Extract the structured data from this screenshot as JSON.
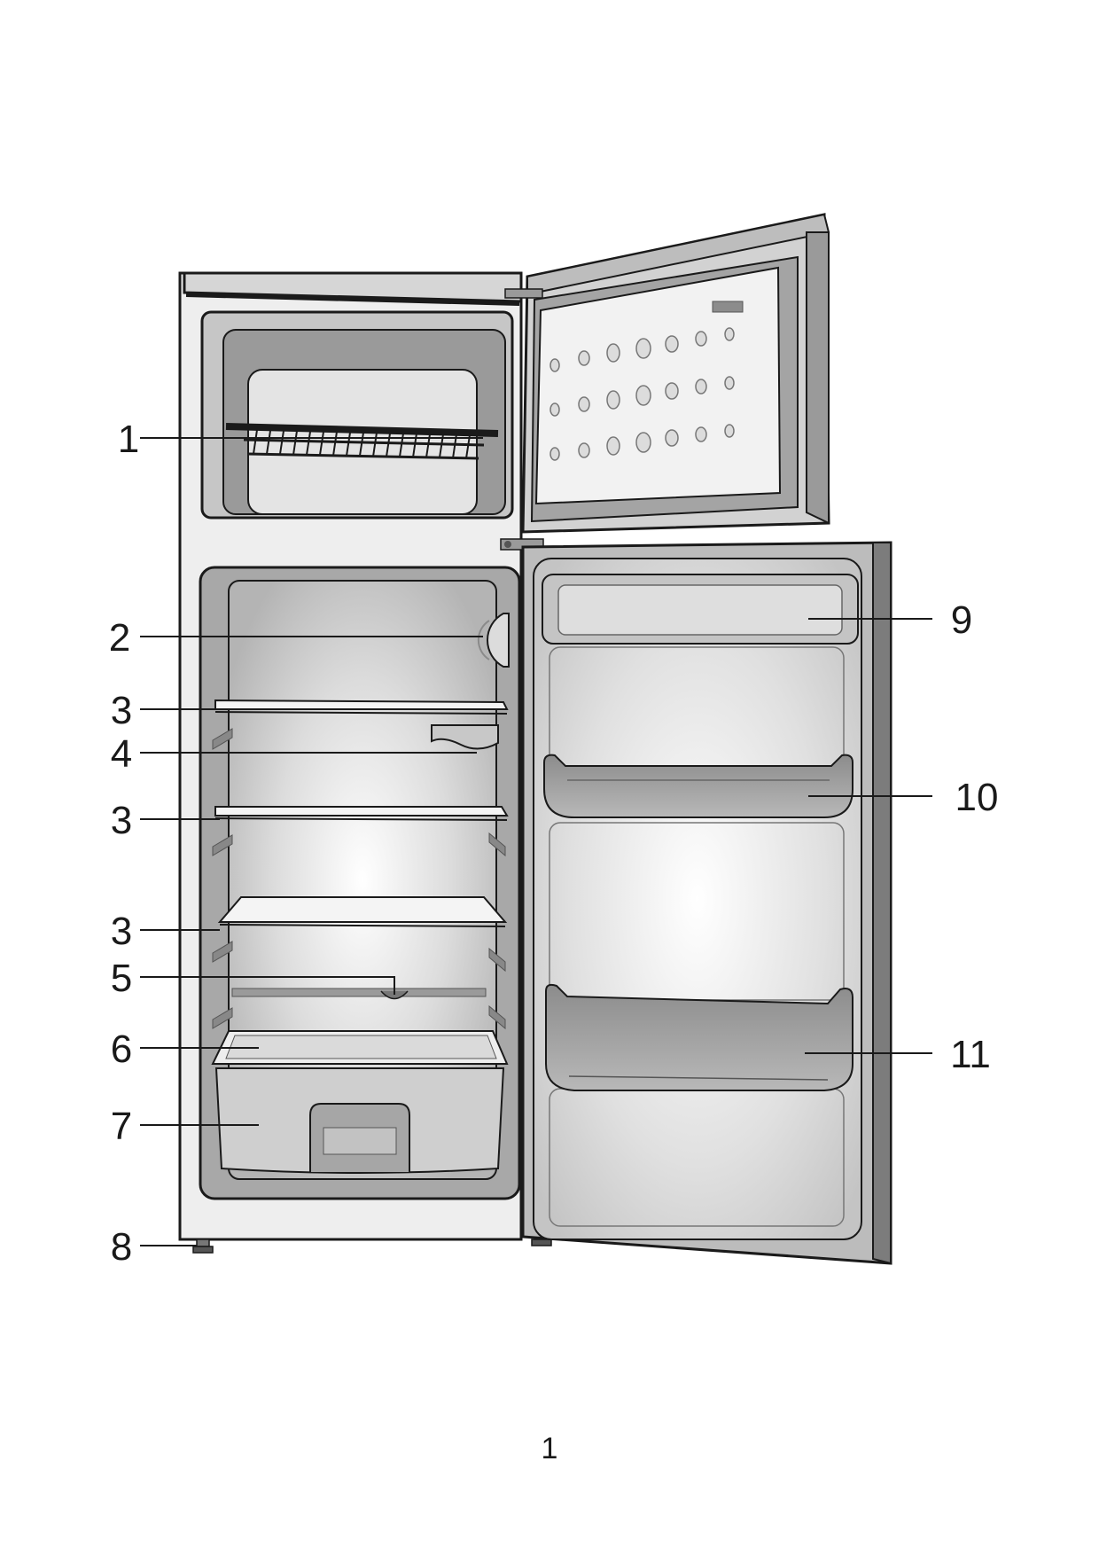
{
  "callouts": {
    "c1": "1",
    "c2": "2",
    "c3a": "3",
    "c4": "4",
    "c3b": "3",
    "c3c": "3",
    "c5": "5",
    "c6": "6",
    "c7": "7",
    "c8": "8",
    "c9": "9",
    "c10": "10",
    "c11": "11"
  },
  "page_number": "1",
  "colors": {
    "outline": "#1a1a1a",
    "cabinet": "#eeeeee",
    "liner": "#bdbdbd",
    "interior": "#d8d8d8",
    "shelf": "#f4f4f4",
    "door_panel": "#e2e2e2",
    "bin": "#9e9e9e"
  }
}
